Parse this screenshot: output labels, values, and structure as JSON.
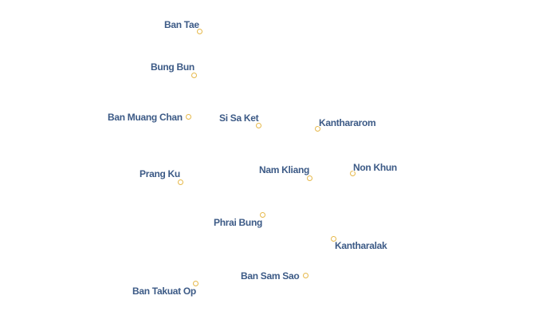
{
  "map": {
    "places": [
      {
        "id": "ban-tae",
        "name": "Ban Tae"
      },
      {
        "id": "bung-bun",
        "name": "Bung Bun"
      },
      {
        "id": "ban-muang-chan",
        "name": "Ban Muang Chan"
      },
      {
        "id": "si-sa-ket",
        "name": "Si Sa Ket"
      },
      {
        "id": "kanthararom",
        "name": "Kanthararom"
      },
      {
        "id": "prang-ku",
        "name": "Prang Ku"
      },
      {
        "id": "nam-kliang",
        "name": "Nam Kliang"
      },
      {
        "id": "non-khun",
        "name": "Non Khun"
      },
      {
        "id": "phrai-bung",
        "name": "Phrai Bung"
      },
      {
        "id": "kantharalak",
        "name": "Kantharalak"
      },
      {
        "id": "ban-sam-sao",
        "name": "Ban Sam Sao"
      },
      {
        "id": "ban-takuat-op",
        "name": "Ban Takuat Op"
      }
    ],
    "colors": {
      "label": "#3c5a86",
      "label_halo": "#ffffff",
      "dot_stroke": "#e6b84a",
      "dot_fill": "#ffffff",
      "background": "#ffffff"
    }
  }
}
